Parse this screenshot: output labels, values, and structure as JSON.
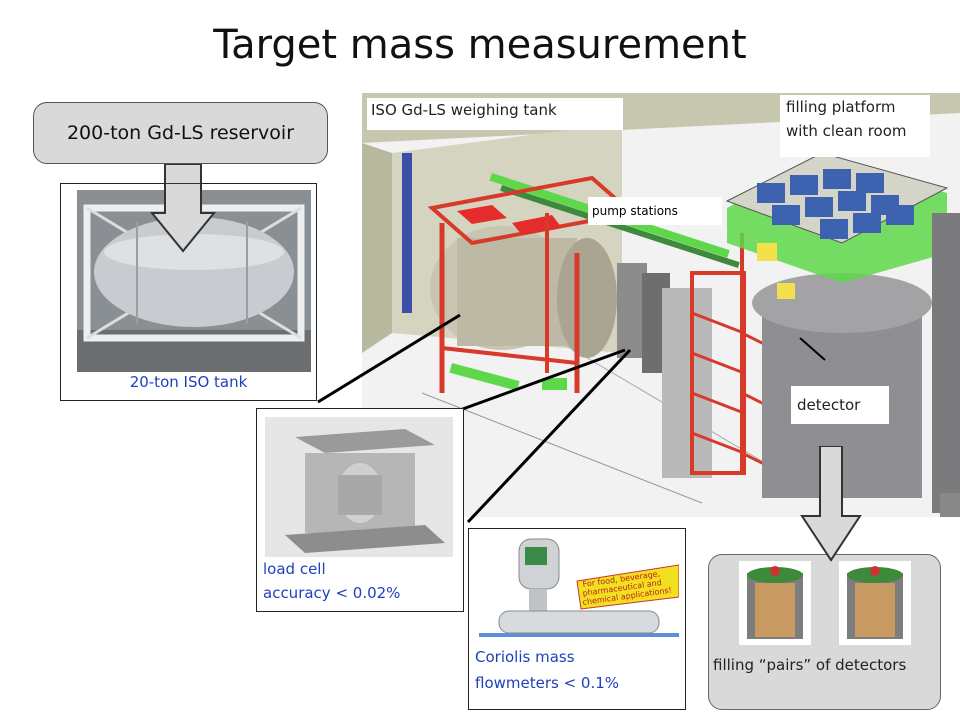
{
  "title": "Target mass measurement",
  "reservoir": {
    "label": "200-ton Gd-LS reservoir"
  },
  "iso_tank": {
    "caption": "20-ton ISO tank"
  },
  "load_cell": {
    "line1": "load cell",
    "line2": "accuracy < 0.02%"
  },
  "coriolis": {
    "line1": "Coriolis mass",
    "line2": "flowmeters < 0.1%",
    "sticker": [
      "For food, beverage,",
      "pharmaceutical and",
      "chemical applications!"
    ]
  },
  "labels": {
    "weighing_tank": "ISO Gd-LS weighing tank",
    "filling_platform_1": "filling platform",
    "filling_platform_2": "with clean room",
    "pump_stations": "pump stations",
    "detector": "detector",
    "filling_pairs": "filling “pairs” of detectors"
  },
  "colors": {
    "caption_blue": "#1f3fbf",
    "frame_red": "#d83a2a",
    "platform_green": "#5ed84a",
    "panel_blue": "#3d63b0"
  }
}
